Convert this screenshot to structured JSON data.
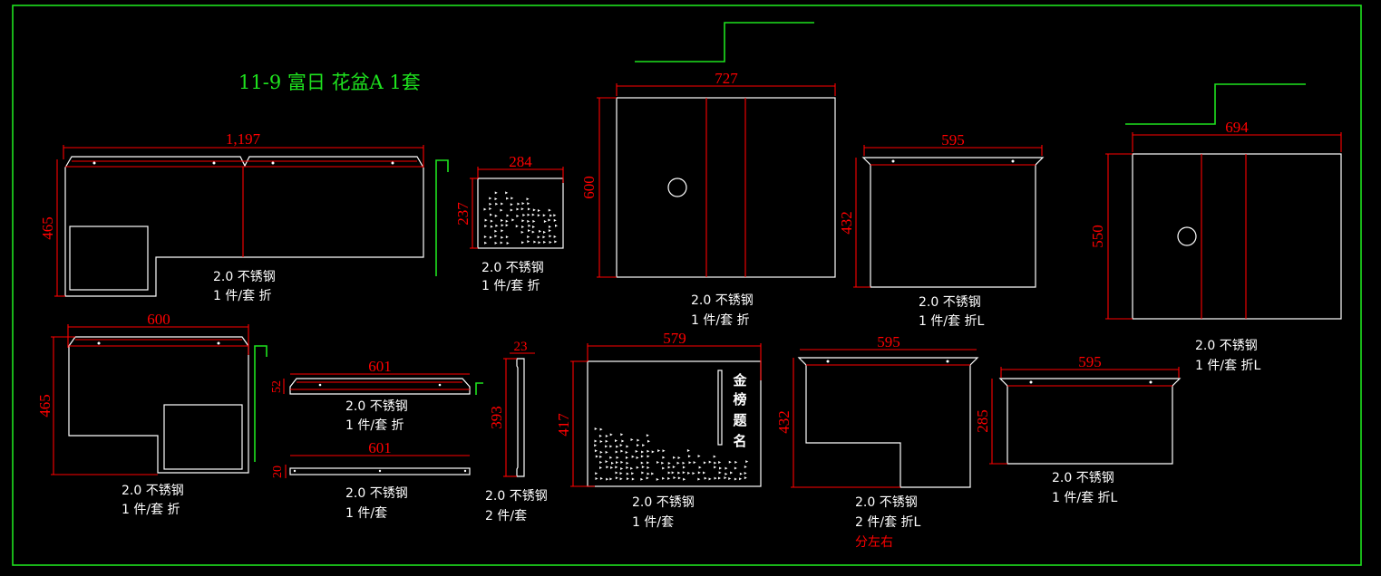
{
  "title": "11-9 富日 花盆A 1套",
  "colors": {
    "background": "#000000",
    "outline": "#ffffff",
    "dimension": "#ff0000",
    "frame": "#1ee21e"
  },
  "parts": [
    {
      "id": "p1",
      "width": "1,197",
      "height": "465",
      "material": "2.0 不锈钢",
      "qty": "1 件/套 折"
    },
    {
      "id": "p2",
      "width": "284",
      "height": "237",
      "material": "2.0 不锈钢",
      "qty": "1 件/套 折"
    },
    {
      "id": "p3",
      "width": "727",
      "height": "600",
      "material": "2.0 不锈钢",
      "qty": "1 件/套 折"
    },
    {
      "id": "p4",
      "width": "595",
      "height": "432",
      "material": "2.0 不锈钢",
      "qty": "1 件/套 折L"
    },
    {
      "id": "p5",
      "width": "694",
      "height": "550",
      "material": "2.0 不锈钢",
      "qty": "1 件/套 折L"
    },
    {
      "id": "p6",
      "width": "600",
      "height": "465",
      "material": "2.0 不锈钢",
      "qty": "1 件/套 折"
    },
    {
      "id": "p7",
      "width": "601",
      "height": "52",
      "material": "2.0 不锈钢",
      "qty": "1 件/套 折"
    },
    {
      "id": "p8",
      "width": "601",
      "height": "20",
      "material": "2.0 不锈钢",
      "qty": "1 件/套"
    },
    {
      "id": "p9",
      "width": "23",
      "height": "393",
      "material": "2.0 不锈钢",
      "qty": "2 件/套"
    },
    {
      "id": "p10",
      "width": "579",
      "height": "417",
      "material": "2.0 不锈钢",
      "qty": "1 件/套",
      "engraving": [
        "金",
        "榜",
        "题",
        "名"
      ]
    },
    {
      "id": "p11",
      "width": "595",
      "height": "432",
      "material": "2.0 不锈钢",
      "qty": "2 件/套 折L",
      "remark": "分左右"
    },
    {
      "id": "p12",
      "width": "595",
      "height": "285",
      "material": "2.0 不锈钢",
      "qty": "1 件/套 折L"
    }
  ]
}
